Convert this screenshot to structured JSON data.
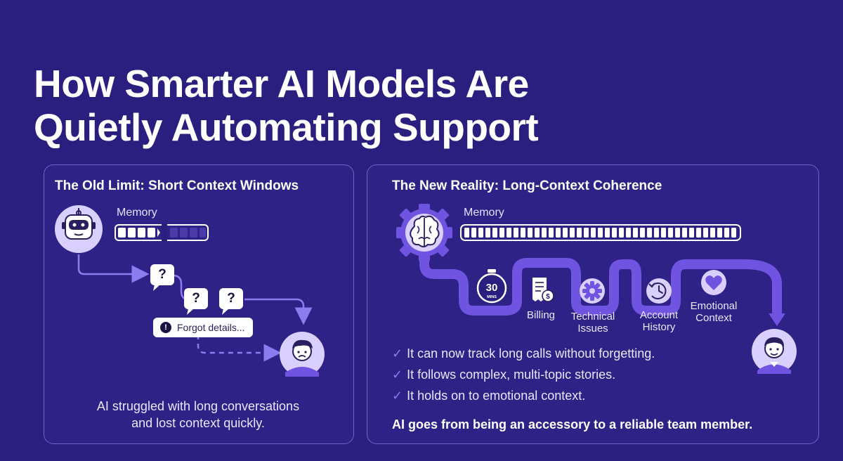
{
  "title": {
    "line1": "How Smarter AI Models Are",
    "line2": "Quietly Automating Support"
  },
  "old_panel": {
    "title": "The Old Limit: Short Context Windows",
    "memory_label": "Memory",
    "question_mark": "?",
    "forgot_text": "Forgot details...",
    "warning_mark": "!",
    "summary_line1": "AI struggled with long conversations",
    "summary_line2": "and lost context quickly."
  },
  "new_panel": {
    "title": "The New Reality: Long-Context Coherence",
    "memory_label": "Memory",
    "timer_value": "30",
    "timer_unit": "MINS",
    "topics": [
      {
        "line1": "Billing",
        "line2": ""
      },
      {
        "line1": "Technical",
        "line2": "Issues"
      },
      {
        "line1": "Account",
        "line2": "History"
      },
      {
        "line1": "Emotional",
        "line2": "Context"
      }
    ],
    "checklist": [
      "It can now track long calls without forgetting.",
      "It follows complex, multi-topic stories.",
      "It holds on to emotional context."
    ],
    "check_mark": "✓",
    "footer": "AI goes from being an accessory to a reliable team member."
  },
  "colors": {
    "background": "#2a1f7e",
    "accent": "#8c7cf0",
    "path": "#6e54e0"
  },
  "icons": [
    "robot-icon",
    "brain-gear-icon",
    "timer-icon",
    "billing-icon",
    "gear-icon",
    "history-icon",
    "heart-icon",
    "sad-user-icon",
    "happy-user-icon"
  ]
}
